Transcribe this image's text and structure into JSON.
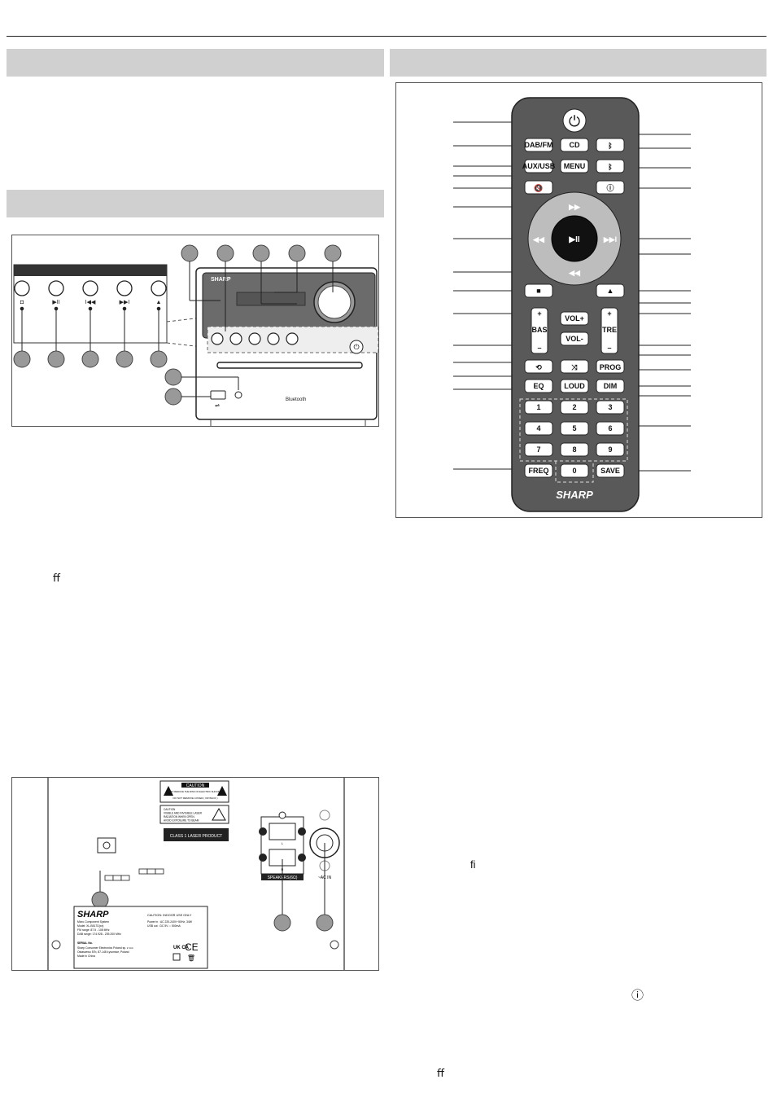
{
  "unit": {
    "brand": "SHARP",
    "panel_buttons": [
      "◘",
      "▶II",
      "I◀◀",
      "▶▶I",
      "▲"
    ],
    "usb_symbol": "⇌",
    "badges": [
      "Bluetooth"
    ]
  },
  "remote": {
    "brand": "SHARP",
    "power_symbol": "⏻",
    "source_buttons": [
      "DAB/FM",
      "CD",
      "AUX/USB",
      "MENU"
    ],
    "ring_symbols": {
      "top": "▶▶",
      "left": "◀◀",
      "right": "▶▶I",
      "bottom": "◀◀",
      "center": "▶II"
    },
    "stop_symbol": "■",
    "eject_symbol": "▲",
    "vol_up": "VOL+",
    "vol_down": "VOL-",
    "bass": {
      "plus": "+",
      "label": "BAS",
      "minus": "–"
    },
    "treble": {
      "plus": "+",
      "label": "TRE",
      "minus": "–"
    },
    "repeat_symbol": "⟲",
    "shuffle_symbol": "⤨",
    "prog": "PROG",
    "eq": "EQ",
    "loud": "LOUD",
    "dim": "DIM",
    "digits": [
      "1",
      "2",
      "3",
      "4",
      "5",
      "6",
      "7",
      "8",
      "9"
    ],
    "zero": "0",
    "freq": "FREQ",
    "save": "SAVE",
    "info_symbol": "ⓘ"
  },
  "rear": {
    "caution_title": "CAUTION",
    "caution_line1": "TO REDUCE THE RISK OF ELECTRIC SHOCK,",
    "caution_line2": "DO NOT REMOVE COVER ( OR BACK )",
    "laser_l1": "CAUTION",
    "laser_l2": "VISIBLE AND INVISIBLE LASER",
    "laser_l3": "RADIATION WHEN OPEN.",
    "laser_l4": "AVOID EXPOSURE TO BEAM",
    "class1": "CLASS 1 LASER PRODUCT",
    "speakers": "SPEAKERS(6Ω)",
    "speaker_l": "L",
    "speaker_r": "R",
    "ac_in": "~AC IN",
    "label_brand": "SHARP",
    "label_caution": "CAUTION: INDOOR USE ONLY",
    "label_left": [
      "Micro Component System",
      "Model: XL-B517D(xx)",
      "FM range: 87.5 - 108 MHz",
      "DAB range: 174.928 - 239.200 MHz"
    ],
    "label_right": [
      "Power in : AC 220-240V~50Hz, 34W",
      "USB out : DC 5V ⎓ 500mA"
    ],
    "label_bottom": [
      "SERIAL No.",
      "Sharp Consumer Electronics Poland sp. z o.o.",
      "Ostaszewo 57b, 87-148 Łysomice, Poland",
      "Made in China"
    ],
    "marks": [
      "UK CA",
      "CE"
    ]
  },
  "stray_text": [
    "ﬀ",
    "ﬁ",
    "ⓘ",
    "ﬀ"
  ]
}
